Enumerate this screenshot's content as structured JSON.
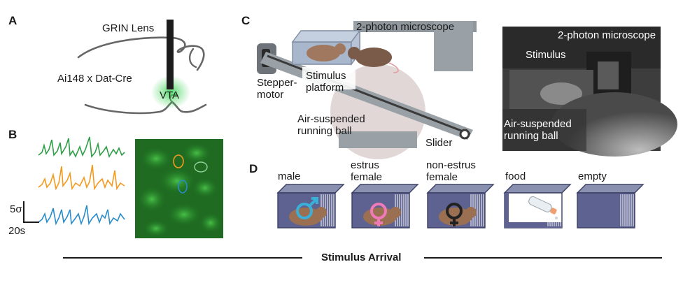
{
  "panels": {
    "a": "A",
    "b": "B",
    "c": "C",
    "d": "D"
  },
  "panel_a": {
    "lens_label": "GRIN Lens",
    "mouse_line": "Ai148 x Dat-Cre",
    "region_label": "VTA",
    "glow_color": "#39d353"
  },
  "panel_b": {
    "scale_y": "5σ",
    "scale_x": "20s",
    "trace_colors": [
      "#2e9e47",
      "#f39a1e",
      "#2a8cc8"
    ]
  },
  "panel_c": {
    "microscope": "2-photon microscope",
    "stepper": "Stepper-\nmotor",
    "platform": "Stimulus\nplatform",
    "ball": "Air-suspended\nrunning ball",
    "slider": "Slider",
    "photo_microscope": "2-photon microscope",
    "photo_stimulus": "Stimulus",
    "photo_ball": "Air-suspended\nrunning ball"
  },
  "panel_d": {
    "conditions": [
      "male",
      "estrus\nfemale",
      "non-estrus\nfemale",
      "food",
      "empty"
    ],
    "symbol_colors": {
      "male": "#3ab0d8",
      "estrus": "#f07ab8",
      "non_estrus": "#222222"
    }
  },
  "timeline": {
    "label": "Stimulus Arrival"
  }
}
